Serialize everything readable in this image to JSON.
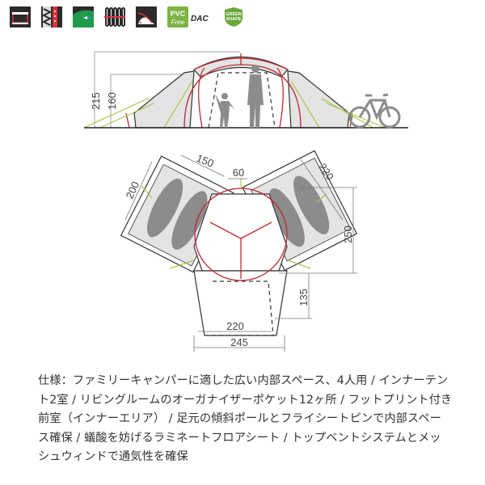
{
  "feature_icons": [
    {
      "name": "frame-structure-icon",
      "label": ""
    },
    {
      "name": "seam-tape-icon",
      "label": ""
    },
    {
      "name": "water-repellent-icon",
      "label": ""
    },
    {
      "name": "fabric-weave-icon",
      "label": ""
    },
    {
      "name": "ventilation-icon",
      "label": ""
    },
    {
      "name": "pvc-free-badge",
      "label": "PVC Free"
    },
    {
      "name": "dac-logo",
      "label": "DAC"
    },
    {
      "name": "green-shape-badge",
      "label": "GREEN SHAPE"
    }
  ],
  "side_view": {
    "dimensions": {
      "total_height": "215",
      "vestibule_height": "160"
    }
  },
  "top_view": {
    "dimensions": {
      "left_room_width": "150",
      "left_room_length": "200",
      "gap_width": "60",
      "right_room_width": "220",
      "room_depth": "250",
      "vestibule_depth": "135",
      "inner_floor_width": "220",
      "front_width": "245"
    }
  },
  "colors": {
    "pole_red": "#c0282d",
    "guyline_green": "#a8c84a",
    "outline": "#333333",
    "fill_gray": "#e6e6e6",
    "silhouette": "#8c8c8c",
    "dim_line": "#777777"
  },
  "description": {
    "lines": [
      "仕様：ファミリーキャンパーに適した広い内部スペース、4人用 / インナーテン",
      "ト2室 / リビングルームのオーガナイザーポケット12ヶ所 / フットプリント付き",
      "前室（インナーエリア） / 足元の傾斜ポールとフライシートピンで内部スペー",
      "ス確保 / 蟻酸を妨げるラミネートフロアシート / トップベントシステムとメッ",
      "シュウィンドで通気性を確保"
    ]
  }
}
